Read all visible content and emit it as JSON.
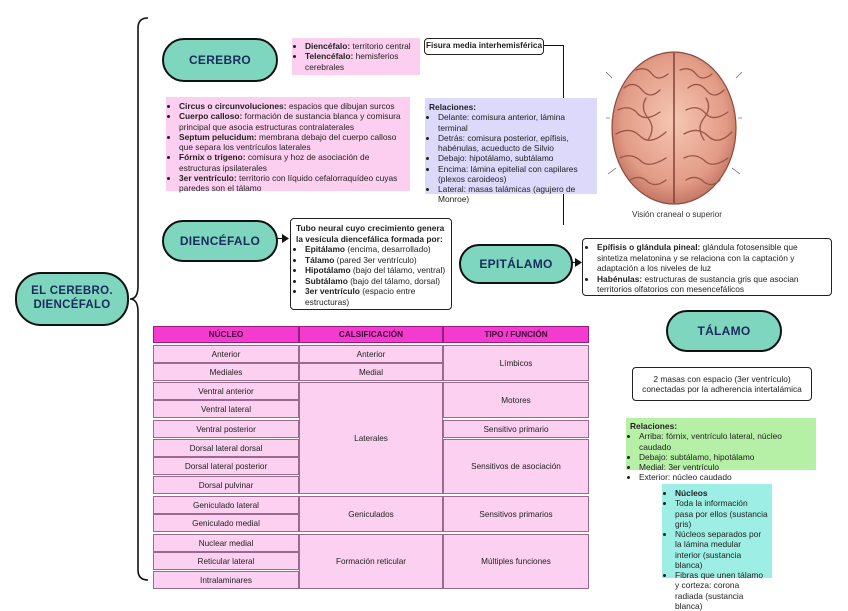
{
  "main_topic": "EL CEREBRO.\nDIENCÉFALO",
  "cerebro": {
    "title": "CEREBRO",
    "divisions": [
      {
        "bold": "Diencéfalo:",
        "text": " territorio central"
      },
      {
        "bold": "Telencéfalo:",
        "text": " hemisferios cerebrales"
      }
    ],
    "structures": [
      {
        "bold": "Circus o circunvoluciones:",
        "text": " espacios que dibujan surcos"
      },
      {
        "bold": "Cuerpo calloso:",
        "text": " formación de sustancia blanca y comisura principal que asocia estructuras contralaterales"
      },
      {
        "bold": "Septum pelucidum:",
        "text": " membrana debajo del cuerpo calloso que separa los ventrículos laterales"
      },
      {
        "bold": "Fórnix o trígeno:",
        "text": " comisura y hoz de asociación de estructuras ipsilaterales"
      },
      {
        "bold": "3er ventrículo:",
        "text": " territorio con líquido cefalorraquídeo cuyas paredes son el tálamo"
      }
    ],
    "fissure_label": "Fisura media interhemisférica",
    "relations_title": "Relaciones:",
    "relations": [
      "Delante: comisura anterior, lámina terminal",
      "Detrás: comisura posterior, epífisis, habénulas, acueducto de Silvio",
      "Debajo: hipotálamo, subtálamo",
      "Encima: lámina epitelial con capilares (plexos caroideos)",
      "Lateral: masas talámicas (agujero de Monroe)"
    ],
    "image_caption": "Visión craneal o superior"
  },
  "diencefalo": {
    "title": "DIENCÉFALO",
    "intro": "Tubo neural cuyo crecimiento genera la vesícula diencefálica formada por:",
    "parts": [
      {
        "bold": "Epitálamo",
        "text": " (encima, desarrollado)"
      },
      {
        "bold": "Tálamo",
        "text": " (pared 3er ventrículo)"
      },
      {
        "bold": "Hipotálamo",
        "text": " (bajo del tálamo, ventral)"
      },
      {
        "bold": "Subtálamo",
        "text": " (bajo del tálamo, dorsal)"
      },
      {
        "bold": "3er ventrículo",
        "text": " (espacio entre estructuras)"
      }
    ]
  },
  "epitalamo": {
    "title": "EPITÁLAMO",
    "items": [
      {
        "bold": "Epífisis o glándula pineal:",
        "text": " glándula fotosensible que sintetiza melatonina y se relaciona con la captación y adaptación a los niveles de luz"
      },
      {
        "bold": "Habénulas:",
        "text": " estructuras de sustancia gris que asocian territorios olfatorios con mesencefálicos"
      }
    ]
  },
  "talamo": {
    "title": "TÁLAMO",
    "description": "2 masas con espacio (3er ventrículo) conectadas por la adherencia intertalámica",
    "relations_title": "Relaciones:",
    "relations": [
      "Arriba: fórnix, ventrículo lateral, núcleo caudado",
      "Debajo: subtálamo, hipotálamo",
      "Medial: 3er ventrículo",
      "Exterior: núcleo caudado"
    ],
    "nuclei_title": "Núcleos",
    "nuclei_items": [
      "Toda la información pasa por ellos (sustancia gris)",
      "Núcleos separados por la lámina medular interior (sustancia blanca)",
      "Fibras que unen tálamo y corteza: corona radiada (sustancia blanca)"
    ]
  },
  "table": {
    "headers": [
      "NÚCLEO",
      "CALSIFICACIÓN",
      "TIPO / FUNCIÓN"
    ],
    "nucleos": [
      "Anterior",
      "Mediales",
      "Ventral anterior",
      "Ventral lateral",
      "Ventral posterior",
      "Dorsal lateral dorsal",
      "Dorsal lateral posterior",
      "Dorsal pulvinar",
      "Geniculado lateral",
      "Geniculado medial",
      "Nuclear medial",
      "Reticular lateral",
      "Intralaminares"
    ],
    "clasificaciones": [
      "Anterior",
      "Medial",
      "Laterales",
      "Geniculados",
      "Formación reticular"
    ],
    "funciones": [
      "Límbicos",
      "Motores",
      "Sensitivo primario",
      "Sensitivos de asociación",
      "Sensitivos primarios",
      "Múltiples funciones"
    ]
  }
}
